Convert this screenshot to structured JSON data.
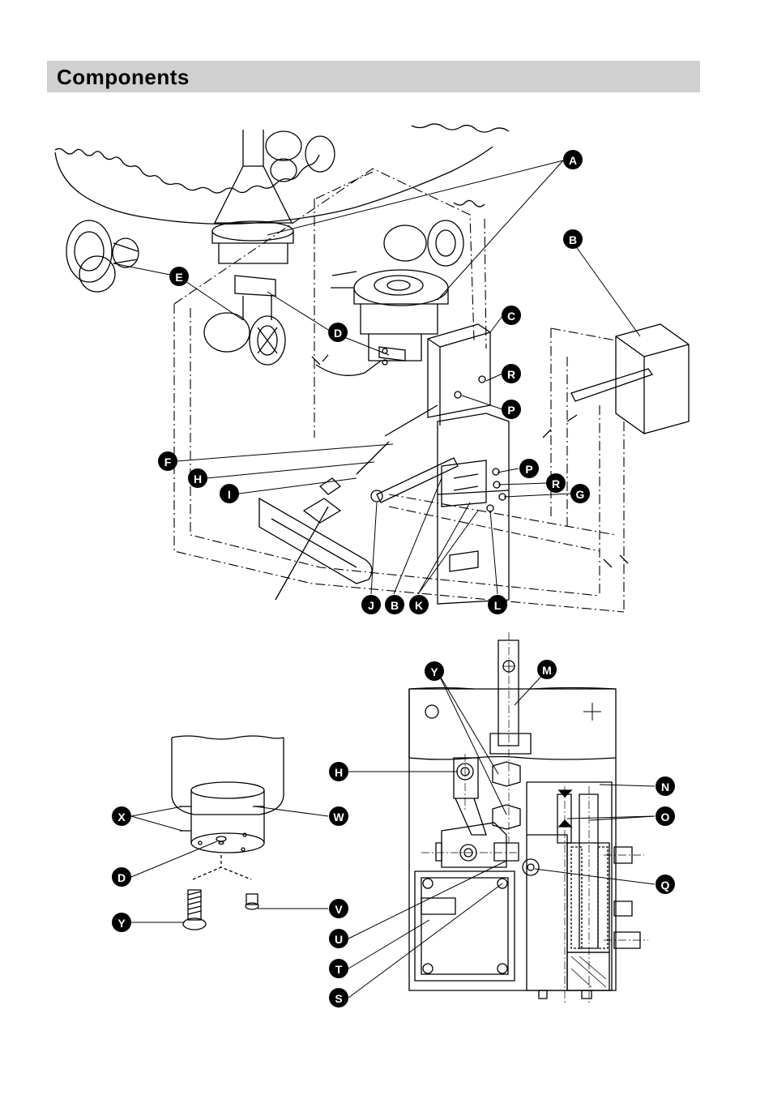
{
  "header": {
    "title": "Components"
  },
  "callouts": {
    "A": "A",
    "B": "B",
    "C": "C",
    "D": "D",
    "E": "E",
    "F": "F",
    "G": "G",
    "H": "H",
    "I": "I",
    "J": "J",
    "K": "K",
    "L": "L",
    "M": "M",
    "N": "N",
    "O": "O",
    "P": "P",
    "Q": "Q",
    "R": "R",
    "S": "S",
    "T": "T",
    "U": "U",
    "V": "V",
    "W": "W",
    "X": "X",
    "Y": "Y"
  },
  "colors": {
    "header_bg": "#d0d0d0",
    "line": "#000000",
    "callout_fill": "#000000",
    "callout_text": "#ffffff"
  }
}
